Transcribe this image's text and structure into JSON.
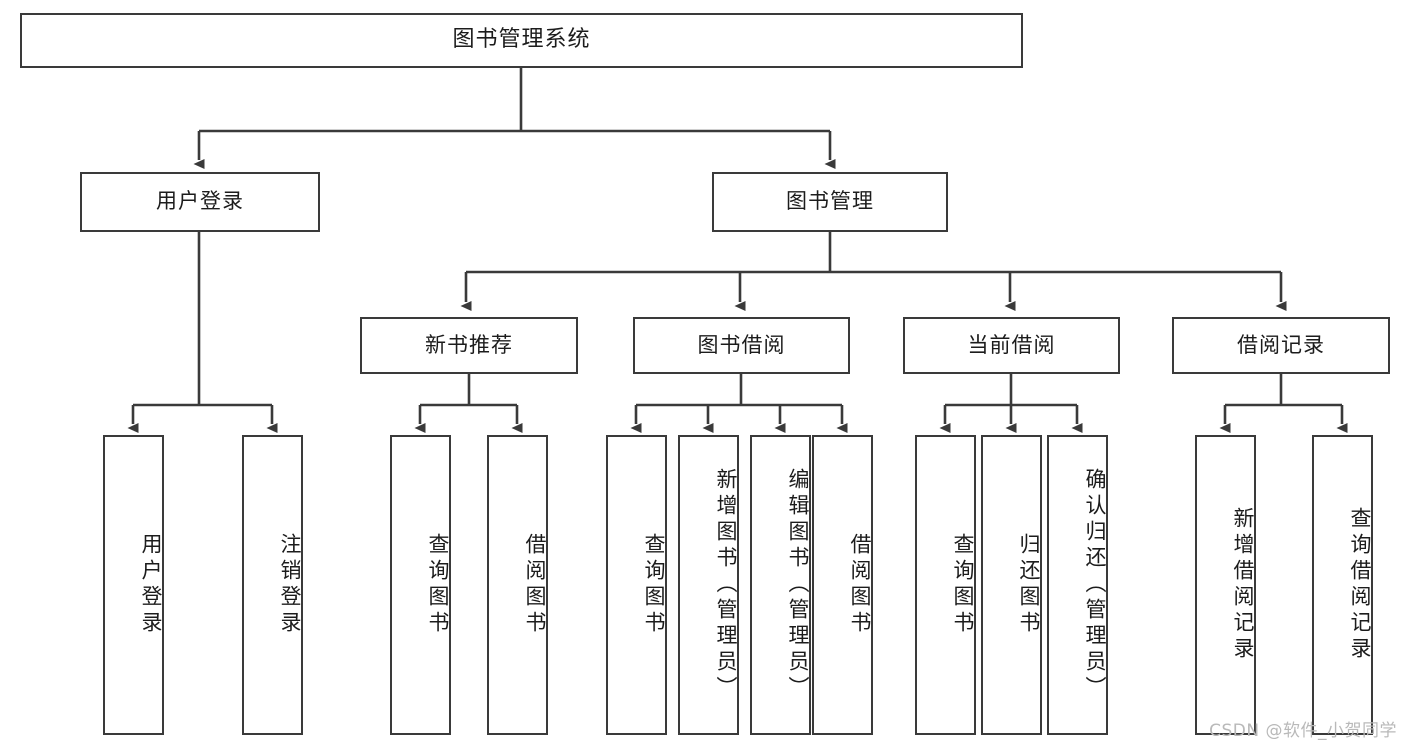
{
  "diagram": {
    "type": "tree",
    "title": "图书管理系统",
    "style": {
      "background": "#ffffff",
      "box_border": "#3a3a3a",
      "box_fill": "#ffffff",
      "connector": "#3a3a3a",
      "text": "#1c1c1c",
      "watermark": "#b9b9b9"
    },
    "root": {
      "label": "图书管理系统"
    },
    "level1": [
      {
        "id": "user-login",
        "label": "用户登录"
      },
      {
        "id": "book-manage",
        "label": "图书管理"
      }
    ],
    "level2": [
      {
        "id": "new-book-recommend",
        "label": "新书推荐"
      },
      {
        "id": "book-borrow",
        "label": "图书借阅"
      },
      {
        "id": "current-borrow",
        "label": "当前借阅"
      },
      {
        "id": "borrow-record",
        "label": "借阅记录"
      }
    ],
    "leaves": {
      "user-login": [
        {
          "id": "leaf-user-login",
          "label": "用户登录"
        },
        {
          "id": "leaf-logout-login",
          "label": "注销登录"
        }
      ],
      "new-book-recommend": [
        {
          "id": "leaf-query-book-1",
          "label": "查询图书"
        },
        {
          "id": "leaf-borrow-book-1",
          "label": "借阅图书"
        }
      ],
      "book-borrow": [
        {
          "id": "leaf-query-book-2",
          "label": "查询图书"
        },
        {
          "id": "leaf-add-book-admin",
          "label": "新增图书（管理员）"
        },
        {
          "id": "leaf-edit-book-admin",
          "label": "编辑图书（管理员）"
        },
        {
          "id": "leaf-borrow-book-2",
          "label": "借阅图书"
        }
      ],
      "current-borrow": [
        {
          "id": "leaf-query-book-3",
          "label": "查询图书"
        },
        {
          "id": "leaf-return-book",
          "label": "归还图书"
        },
        {
          "id": "leaf-confirm-return-admin",
          "label": "确认归还（管理员）"
        }
      ],
      "borrow-record": [
        {
          "id": "leaf-add-borrow-record",
          "label": "新增借阅记录"
        },
        {
          "id": "leaf-query-borrow-record",
          "label": "查询借阅记录"
        }
      ]
    }
  },
  "watermark": {
    "text": "CSDN @软件_小贺同学"
  }
}
